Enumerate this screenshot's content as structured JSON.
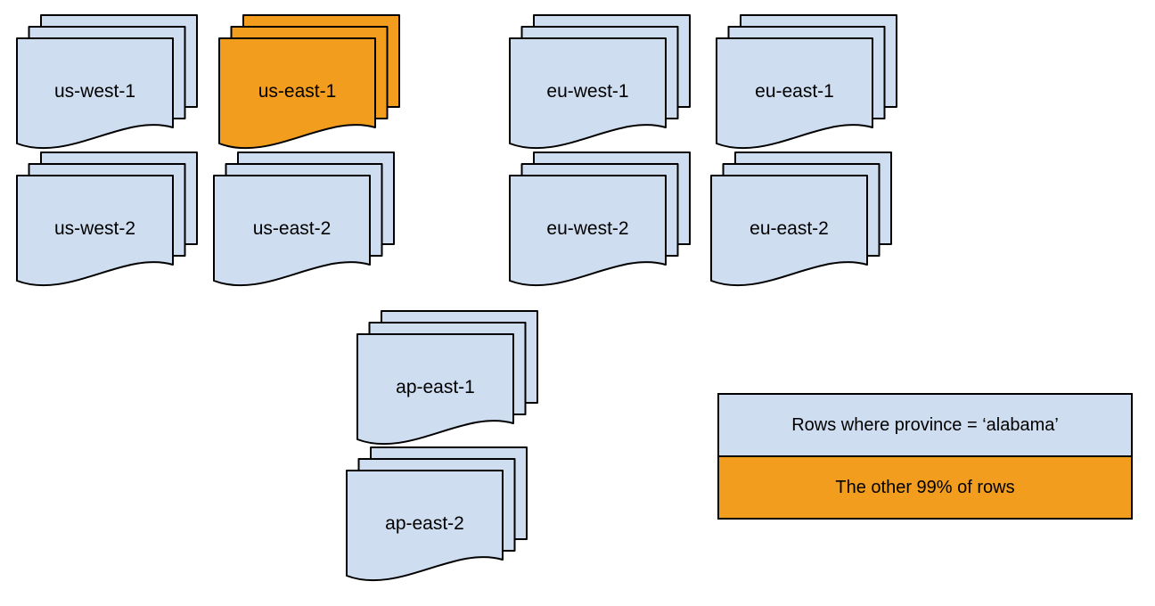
{
  "colors": {
    "region_fill": "#cfddf0",
    "highlight_fill": "#f29d1e",
    "stroke": "#000000",
    "text": "#000000",
    "background": "#ffffff"
  },
  "stacks": [
    {
      "label": "us-west-1",
      "variant": "normal"
    },
    {
      "label": "us-east-1",
      "variant": "highlight"
    },
    {
      "label": "eu-west-1",
      "variant": "normal"
    },
    {
      "label": "eu-east-1",
      "variant": "normal"
    },
    {
      "label": "us-west-2",
      "variant": "normal"
    },
    {
      "label": "us-east-2",
      "variant": "normal"
    },
    {
      "label": "eu-west-2",
      "variant": "normal"
    },
    {
      "label": "eu-east-2",
      "variant": "normal"
    },
    {
      "label": "ap-east-1",
      "variant": "normal"
    },
    {
      "label": "ap-east-2",
      "variant": "normal"
    }
  ],
  "legend": {
    "items": [
      {
        "label": "Rows where province = ‘alabama’",
        "variant": "normal"
      },
      {
        "label": "The other 99% of rows",
        "variant": "highlight"
      }
    ]
  }
}
